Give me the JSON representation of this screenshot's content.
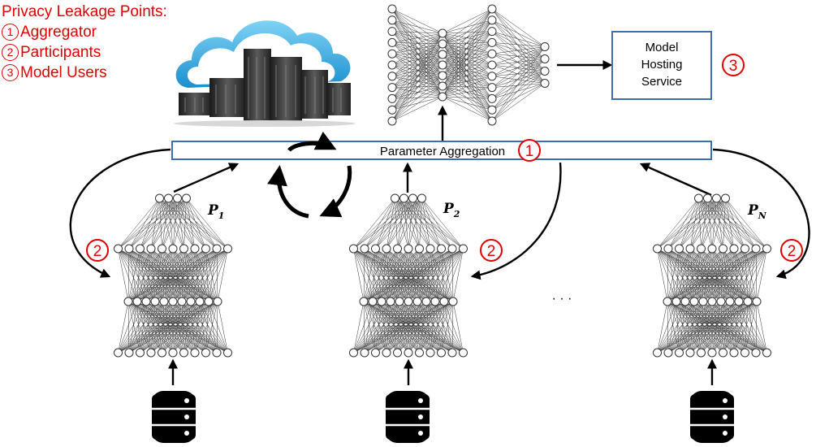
{
  "legend": {
    "title": "Privacy Leakage Points:",
    "items": [
      {
        "marker": "1",
        "label": "Aggregator"
      },
      {
        "marker": "2",
        "label": "Participants"
      },
      {
        "marker": "3",
        "label": "Model Users"
      }
    ]
  },
  "aggregation_label": "Parameter Aggregation",
  "aggregation_marker": "1",
  "hosting": {
    "line1": "Model",
    "line2": "Hosting",
    "line3": "Service",
    "marker": "3"
  },
  "participants": [
    {
      "name": "P",
      "subscript": "1",
      "marker": "2"
    },
    {
      "name": "P",
      "subscript": "2",
      "marker": "2"
    },
    {
      "name": "P",
      "subscript": "N",
      "marker": "2"
    }
  ],
  "ellipsis": "· · ·",
  "colors": {
    "leak": "#e00000",
    "box_border": "#3a6fb0",
    "arrow": "#000000"
  },
  "icons": [
    "cloud-server-icon",
    "neural-network-icon",
    "database-icon",
    "cycle-arrows-icon"
  ]
}
